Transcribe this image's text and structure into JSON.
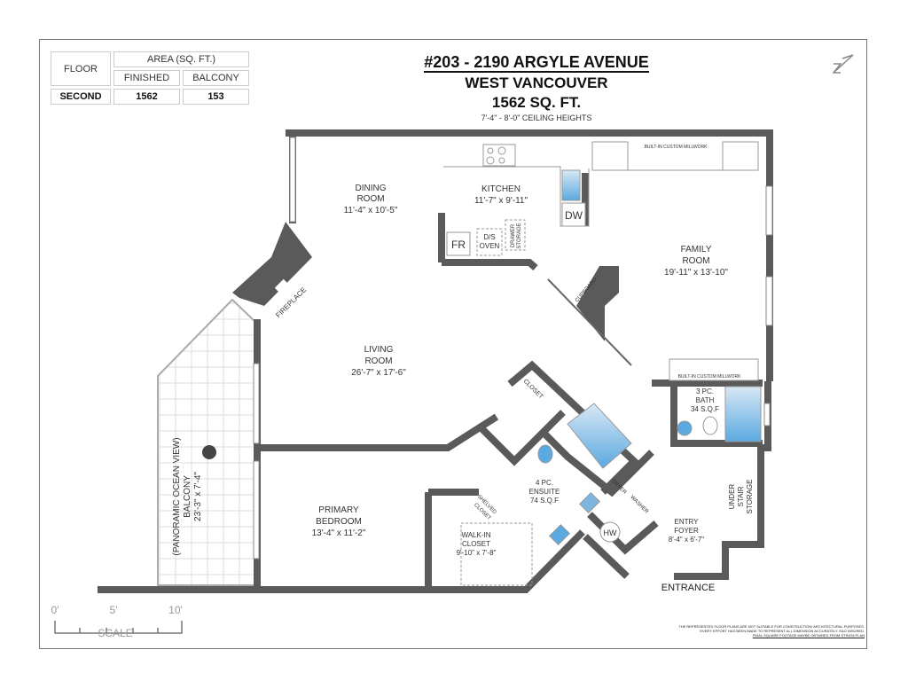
{
  "area_table": {
    "floor_header": "FLOOR",
    "area_header": "AREA (SQ. FT.)",
    "finished_header": "FINISHED",
    "balcony_header": "BALCONY",
    "floor": "SECOND",
    "finished": "1562",
    "balcony": "153"
  },
  "header": {
    "address": "#203 - 2190 ARGYLE AVENUE",
    "city": "WEST VANCOUVER",
    "total": "1562 SQ. FT.",
    "ceiling": "7'-4\" - 8'-0\" CEILING HEIGHTS"
  },
  "rooms": {
    "dining": {
      "name1": "DINING",
      "name2": "ROOM",
      "dim": "11'-4\" x 10'-5\""
    },
    "kitchen": {
      "name1": "KITCHEN",
      "dim": "11'-7\" x 9'-11\""
    },
    "family": {
      "name1": "FAMILY",
      "name2": "ROOM",
      "dim": "19'-11\" x 13'-10\""
    },
    "living": {
      "name1": "LIVING",
      "name2": "ROOM",
      "dim": "26'-7\" x 17'-6\""
    },
    "primary": {
      "name1": "PRIMARY",
      "name2": "BEDROOM",
      "dim": "13'-4\" x 11'-2\""
    },
    "walkin": {
      "name1": "WALK-IN",
      "name2": "CLOSET",
      "dim": "9'-10\" x 7'-8\""
    },
    "ensuite": {
      "name1": "4 PC.",
      "name2": "ENSUITE",
      "dim": "74 S.Q.F"
    },
    "bath": {
      "name1": "3 PC.",
      "name2": "BATH",
      "dim": "34 S.Q.F"
    },
    "foyer": {
      "name1": "ENTRY",
      "name2": "FOYER",
      "dim": "8'-4\" x 6'-7\""
    },
    "balcony": {
      "name1": "(PANORAMIC OCEAN VIEW)",
      "name2": "BALCONY",
      "dim": "23'-3\" x 7'-4\""
    },
    "storage": {
      "name1": "UNDER",
      "name2": "STAIR",
      "name3": "STORAGE"
    }
  },
  "fixtures": {
    "fr": "FR",
    "oven1": "D/S",
    "oven2": "OVEN",
    "drawer1": "DRAWER",
    "drawer2": "STORAGE",
    "dw": "DW",
    "cupboard": "CUPBOARD",
    "fireplace": "FIREPLACE",
    "millwork": "BUILT-IN CUSTOM MILLWORK",
    "closet": "CLOSET",
    "shelved1": "SHELVED",
    "shelved2": "CLOSET",
    "dryer": "DRYER",
    "washer": "WASHER",
    "hw": "HW",
    "entrance": "ENTRANCE"
  },
  "scale": {
    "t0": "0'",
    "t5": "5'",
    "t10": "10'",
    "label": "SCALE"
  },
  "disclaimer": {
    "line1": "THE REPRESENTED FLOOR PLANS ARE NOT SUITABLE FOR CONSTRUCTION/ ARCHITECTURAL PURPOSES.",
    "line2": "EVERY EFFORT HAS BEEN MADE TO REPRESENT ALL DIMENSION ACCURATELY. E&O INSURED.",
    "line3": "FINAL SQUARE FOOTAGE MAYBE OBTAINED FROM STRATA PLAN"
  },
  "colors": {
    "wall": "#5a5a5a",
    "water": "#5aa9e0"
  }
}
